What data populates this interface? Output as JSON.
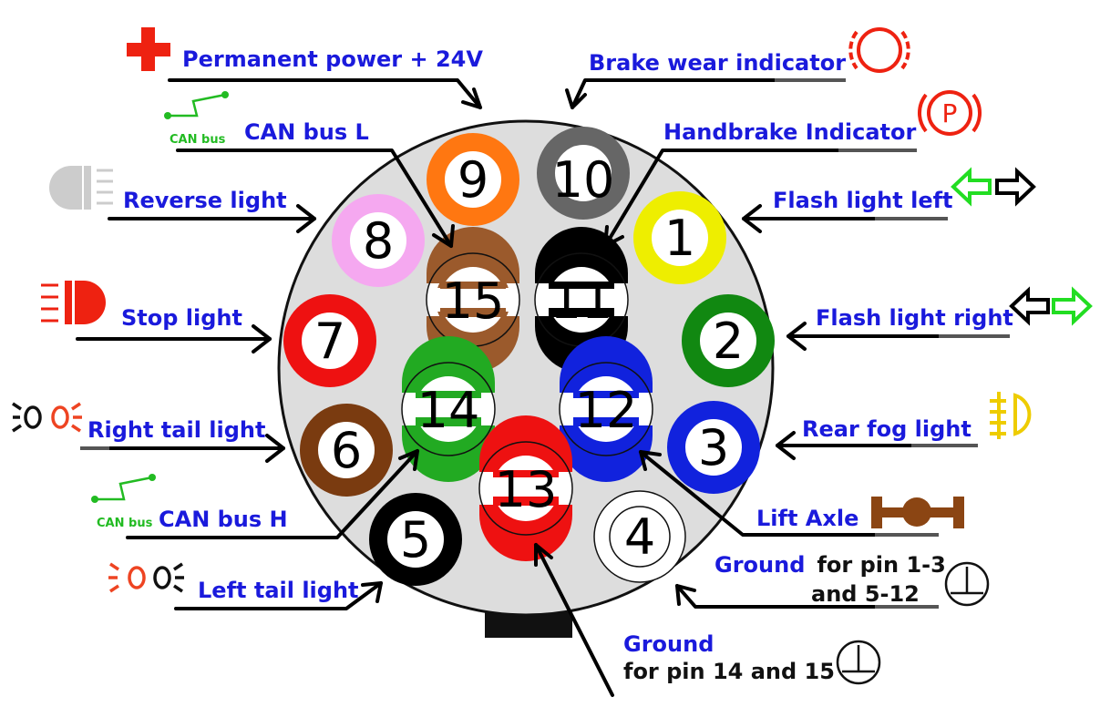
{
  "colors": {
    "label": "#1a1adc",
    "housing": "#dddddd",
    "leader": "#000000",
    "leader_tail": "#555555",
    "can_icon": "#22bb22",
    "red_icon": "#ee2211",
    "tail_icon_red": "#ee4422",
    "fog_icon": "#eecc00",
    "arrow_icon_green": "#22dd22",
    "reverse_icon": "#cccccc",
    "axle_icon": "#8b4513"
  },
  "pins": [
    {
      "id": "9",
      "label": "9",
      "colors": [
        "#ff7711",
        "#ff7711"
      ],
      "stripe": false
    },
    {
      "id": "10",
      "label": "10",
      "colors": [
        "#666666",
        "#666666"
      ],
      "stripe": false
    },
    {
      "id": "1",
      "label": "1",
      "colors": [
        "#eeee00",
        "#eeee00"
      ],
      "stripe": false
    },
    {
      "id": "8",
      "label": "8",
      "colors": [
        "#f5a8f0",
        "#f5a8f0"
      ],
      "stripe": false
    },
    {
      "id": "15",
      "label": "15",
      "colors": [
        "#9b5a2c",
        "#ffffff"
      ],
      "stripe": true
    },
    {
      "id": "11",
      "label": "11",
      "colors": [
        "#000000",
        "#ffffff"
      ],
      "stripe": true
    },
    {
      "id": "2",
      "label": "2",
      "colors": [
        "#118811",
        "#118811"
      ],
      "stripe": false
    },
    {
      "id": "7",
      "label": "7",
      "colors": [
        "#ee1111",
        "#ee1111"
      ],
      "stripe": false
    },
    {
      "id": "14",
      "label": "14",
      "colors": [
        "#22aa22",
        "#ffffff"
      ],
      "stripe": true
    },
    {
      "id": "12",
      "label": "12",
      "colors": [
        "#1122dd",
        "#ffffff"
      ],
      "stripe": true
    },
    {
      "id": "3",
      "label": "3",
      "colors": [
        "#1122dd",
        "#1122dd"
      ],
      "stripe": false
    },
    {
      "id": "6",
      "label": "6",
      "colors": [
        "#7a3b10",
        "#7a3b10"
      ],
      "stripe": false
    },
    {
      "id": "13",
      "label": "13",
      "colors": [
        "#ee1111",
        "#ffffff"
      ],
      "stripe": true
    },
    {
      "id": "5",
      "label": "5",
      "colors": [
        "#000000",
        "#000000"
      ],
      "stripe": false
    },
    {
      "id": "4",
      "label": "4",
      "colors": [
        "#ffffff",
        "#ffffff"
      ],
      "stripe": false
    }
  ],
  "labels": {
    "permanent_power": "Permanent power + 24V",
    "brake_wear": "Brake wear indicator",
    "can_bus_l": "CAN bus L",
    "handbrake": "Handbrake Indicator",
    "reverse_light": "Reverse light",
    "flash_left": "Flash light left",
    "stop_light": "Stop light",
    "flash_right": "Flash light right",
    "right_tail": "Right tail light",
    "rear_fog": "Rear fog light",
    "can_bus_h": "CAN bus H",
    "lift_axle": "Lift Axle",
    "left_tail": "Left tail light",
    "ground_pins_a_word": "Ground",
    "ground_pins_a_rest1": "for pin 1-3",
    "ground_pins_a_rest2": "and 5-12",
    "ground_pins_b_1": "Ground",
    "ground_pins_b_2": "for pin 14 and 15",
    "can_icon_text_1": "CAN bus",
    "can_icon_text_2": "CAN bus"
  },
  "icons": {
    "permanent_power": "plus-icon",
    "brake_wear": "brake-wear-icon",
    "can_l": "can-bus-icon",
    "handbrake": "parking-brake-icon",
    "reverse": "reverse-light-icon",
    "flash_left": "turn-signal-left-icon",
    "stop": "stop-light-icon",
    "flash_right": "turn-signal-right-icon",
    "right_tail": "tail-light-icon",
    "rear_fog": "rear-fog-icon",
    "can_h": "can-bus-icon",
    "lift_axle": "lift-axle-icon",
    "left_tail": "tail-light-icon",
    "ground_a": "ground-icon",
    "ground_b": "ground-icon"
  }
}
